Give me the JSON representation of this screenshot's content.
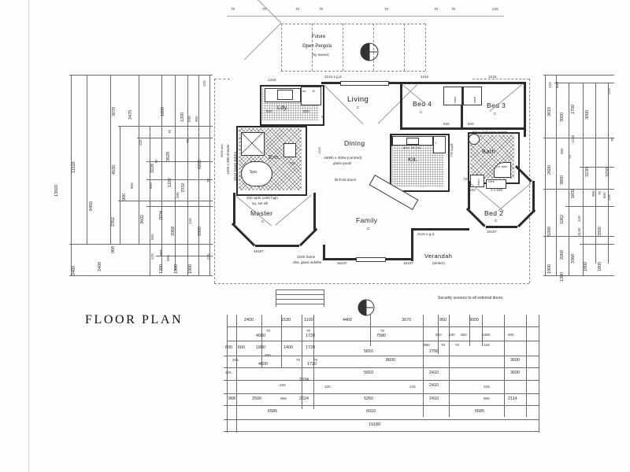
{
  "sheet": {
    "title": "FLOOR PLAN",
    "note_security": "Security screens to all external doors"
  },
  "rooms": [
    {
      "name": "Future Open Pergola",
      "label": "Future",
      "label2": "Open Pergola",
      "sub": "(by owner)"
    },
    {
      "name": "Living",
      "label": "Living",
      "sub": "C"
    },
    {
      "name": "Laundry",
      "label": "Ldy.",
      "sub": ""
    },
    {
      "name": "Bed 4",
      "label": "Bed 4",
      "sub": "C"
    },
    {
      "name": "Bed 3",
      "label": "Bed 3",
      "sub": "C"
    },
    {
      "name": "Dining",
      "label": "Dining",
      "sub": "C"
    },
    {
      "name": "Kitchen",
      "label": "Kit.",
      "sub": ""
    },
    {
      "name": "Bath",
      "label": "Bath",
      "sub": ""
    },
    {
      "name": "Ensuite",
      "label": "Ens.",
      "sub": ""
    },
    {
      "name": "Spa",
      "label": "Spa",
      "sub": ""
    },
    {
      "name": "Master",
      "label": "Master",
      "sub": "C"
    },
    {
      "name": "Family",
      "label": "Family",
      "sub": "C"
    },
    {
      "name": "Bed 2",
      "label": "Bed 2",
      "sub": "C"
    },
    {
      "name": "Verandah",
      "label": "Verandah",
      "sub": "(timber)"
    }
  ],
  "plan_notes": {
    "sgd_top": "2124 s.g.d.",
    "sgd_bottom": "2115 s.g.d.",
    "glass_panel": "1900h x 400w (centred)",
    "glass_panel2": "glass panel",
    "bifold": "Bi-Fold doors",
    "shower_ens": "1200 x 900 shower",
    "glassbricks": "1314 Glass Bricks",
    "setsill": "200 wide 1200 high",
    "setsill2": "sq. set sill",
    "splay_shower": "900 x 1200 splay shower",
    "cnr_bath": "cnr. bath",
    "dishwasher": "prov. for d.w.",
    "sidelite": "1220 frame",
    "sidelite2": "obs. glass sidelite",
    "robe": "robe",
    "linen": "linen",
    "obs": "0906 obs.",
    "win_1818t": "1818T",
    "win_3624t": "3624T",
    "win_1815t": "1815T",
    "win_1318": "1318",
    "win_1219": "1219",
    "win_1210": "1210",
    "win_1218": "1218",
    "door_820": "820",
    "door_720": "720",
    "door_920": "920",
    "d2x620": "2 x 620",
    "cupd": "770 cupd.",
    "sink": "sink",
    "fridge": "f",
    "wc": "wc",
    "bin": "B."
  },
  "dims_top": [
    "70",
    "70",
    "70",
    "70",
    "70",
    "70",
    "70",
    "225"
  ],
  "dims_left": {
    "chain_a": [
      "13920"
    ],
    "chain_b": [
      "11520",
      "2400"
    ],
    "chain_c": [
      "8450",
      "2352",
      "968"
    ],
    "chain_d": [
      "3070",
      "4530",
      "900"
    ],
    "chain_e": [
      "2470",
      "225",
      "900",
      "3602",
      "500",
      "225"
    ],
    "chain_f": [
      "2400",
      "900",
      "70",
      "3228",
      "2034",
      "968",
      "1300"
    ],
    "chain_g": [
      "1800",
      "70",
      "3628",
      "1100",
      "200",
      "2068",
      "500",
      "1300"
    ],
    "chain_h": [
      "1200",
      "530",
      "900",
      "70",
      "7032",
      "225",
      "1900"
    ],
    "chain_i": [
      "225",
      "6200",
      "70",
      "5300",
      "225",
      "900"
    ],
    "chain_j": [
      "70",
      "225"
    ]
  },
  "dims_right": {
    "chain_a": [
      "225",
      "600",
      "3610",
      "2600",
      "5300",
      "1900"
    ],
    "chain_b": [
      "3000",
      "1700",
      "900",
      "70",
      "3800",
      "1062",
      "2068",
      "1300",
      "600"
    ],
    "chain_c": [
      "1230",
      "5832",
      "225",
      "3130",
      "3368",
      "1800"
    ],
    "chain_d": [
      "3000",
      "3230",
      "900",
      "70",
      "3500",
      "1800",
      "225"
    ],
    "chain_e": [
      "225",
      "70",
      "3230",
      "500",
      "70",
      "70",
      "225"
    ]
  },
  "dims_bottom": {
    "row1": [
      "2400",
      "1530",
      "1100",
      "4460",
      "3670",
      "950",
      "3000"
    ],
    "row2": [
      "70",
      "70",
      "70",
      "950",
      "530",
      "950",
      "1380",
      "600"
    ],
    "row3": [
      "4000",
      "1720",
      "7580",
      "950",
      "70",
      "70",
      "225"
    ],
    "row4": [
      "600",
      "600",
      "1800",
      "1400",
      "1720",
      "5810",
      "2790",
      "70"
    ],
    "row5": [
      "225",
      "200",
      "70",
      "70",
      "8600",
      "3600"
    ],
    "row6": [
      "4600",
      "1720",
      "225",
      "5810",
      "2410",
      "3600"
    ],
    "row7": [
      "225",
      "2024",
      "225",
      "225",
      "2410",
      "225"
    ],
    "row8": [
      "968",
      "2500",
      "968",
      "2024",
      "6260",
      "2410",
      "968",
      "2114"
    ],
    "row9": [
      "6585",
      "6010",
      "6585"
    ],
    "row10": [
      "19180"
    ]
  }
}
